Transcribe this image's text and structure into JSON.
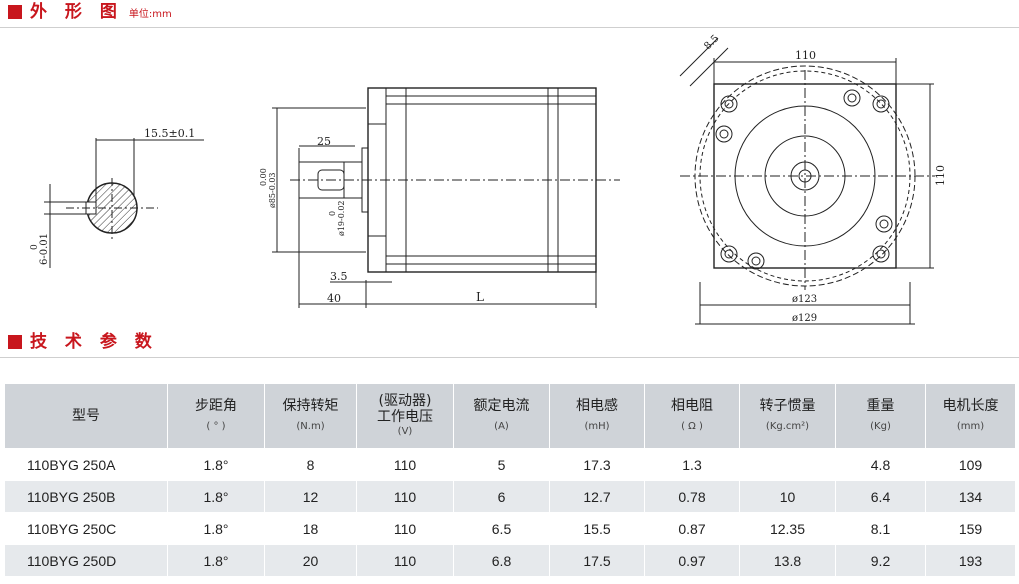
{
  "outline": {
    "title": "外 形 图",
    "unit": "单位:mm"
  },
  "specs": {
    "title": "技 术 参 数"
  },
  "drawing": {
    "side": {
      "shaft_dim": "15.5±0.1",
      "flat_tol_top": "0",
      "flat_tol_bottom": "6-0.01",
      "shaft_len": "25",
      "pilot_tol_top": "0.00",
      "pilot_tol_bottom": "ø85-0.03",
      "shaft_tol_top": "0",
      "shaft_tol_bottom": "ø19-0.02",
      "flange_thickness": "3.5",
      "front_len": "40",
      "body_len": "L"
    },
    "front": {
      "hole": "8.5",
      "width_top": "110",
      "height_right": "110",
      "dia_inner": "ø123",
      "dia_outer": "ø129"
    }
  },
  "table": {
    "headers": [
      {
        "main": "型号",
        "sub": ""
      },
      {
        "main": "步距角",
        "sub": "( ° )"
      },
      {
        "main": "保持转矩",
        "sub": "(N.m)"
      },
      {
        "main": "(驱动器)\n工作电压",
        "sub": "(V)"
      },
      {
        "main": "额定电流",
        "sub": "(A)"
      },
      {
        "main": "相电感",
        "sub": "(mH)"
      },
      {
        "main": "相电阻",
        "sub": "( Ω )"
      },
      {
        "main": "转子惯量",
        "sub": "(Kg.cm²)"
      },
      {
        "main": "重量",
        "sub": "(Kg)"
      },
      {
        "main": "电机长度",
        "sub": "(mm)"
      }
    ],
    "rows": [
      [
        "110BYG 250A",
        "1.8°",
        "8",
        "110",
        "5",
        "17.3",
        "1.3",
        "",
        "4.8",
        "109"
      ],
      [
        "110BYG 250B",
        "1.8°",
        "12",
        "110",
        "6",
        "12.7",
        "0.78",
        "10",
        "6.4",
        "134"
      ],
      [
        "110BYG 250C",
        "1.8°",
        "18",
        "110",
        "6.5",
        "15.5",
        "0.87",
        "12.35",
        "8.1",
        "159"
      ],
      [
        "110BYG 250D",
        "1.8°",
        "20",
        "110",
        "6.8",
        "17.5",
        "0.97",
        "13.8",
        "9.2",
        "193"
      ]
    ]
  }
}
